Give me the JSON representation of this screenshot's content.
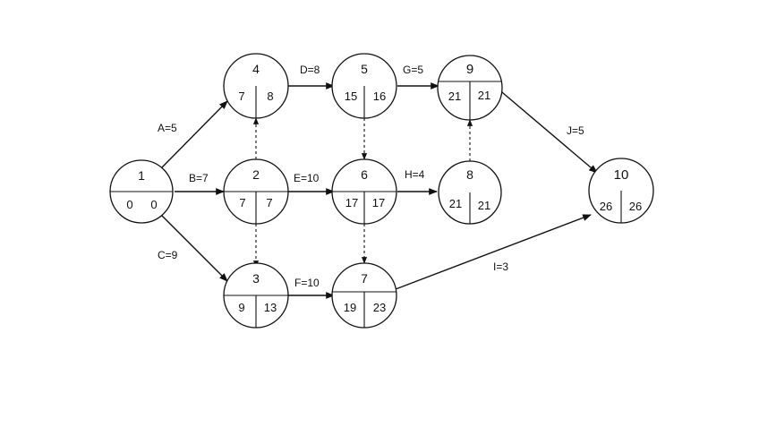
{
  "nodes": [
    {
      "key": "n1",
      "id": "1",
      "es": "0",
      "lf": "0"
    },
    {
      "key": "n2",
      "id": "2",
      "es": "7",
      "lf": "7"
    },
    {
      "key": "n3",
      "id": "3",
      "es": "9",
      "lf": "13"
    },
    {
      "key": "n4",
      "id": "4",
      "es": "7",
      "lf": "8"
    },
    {
      "key": "n5",
      "id": "5",
      "es": "15",
      "lf": "16"
    },
    {
      "key": "n6",
      "id": "6",
      "es": "17",
      "lf": "17"
    },
    {
      "key": "n7",
      "id": "7",
      "es": "19",
      "lf": "23"
    },
    {
      "key": "n8",
      "id": "8",
      "es": "21",
      "lf": "21"
    },
    {
      "key": "n9",
      "id": "9",
      "es": "21",
      "lf": "21"
    },
    {
      "key": "n10",
      "id": "10",
      "es": "26",
      "lf": "26"
    }
  ],
  "activities": [
    {
      "key": "A",
      "label": "A=5",
      "from": "1",
      "to": "4"
    },
    {
      "key": "B",
      "label": "B=7",
      "from": "1",
      "to": "2"
    },
    {
      "key": "C",
      "label": "C=9",
      "from": "1",
      "to": "3"
    },
    {
      "key": "D",
      "label": "D=8",
      "from": "4",
      "to": "5"
    },
    {
      "key": "E",
      "label": "E=10",
      "from": "2",
      "to": "6"
    },
    {
      "key": "F",
      "label": "F=10",
      "from": "3",
      "to": "7"
    },
    {
      "key": "G",
      "label": "G=5",
      "from": "5",
      "to": "9"
    },
    {
      "key": "H",
      "label": "H=4",
      "from": "6",
      "to": "8"
    },
    {
      "key": "I",
      "label": "I=3",
      "from": "7",
      "to": "10"
    },
    {
      "key": "J",
      "label": "J=5",
      "from": "9",
      "to": "10"
    }
  ],
  "dummies": [
    {
      "from": "2",
      "to": "4"
    },
    {
      "from": "2",
      "to": "3"
    },
    {
      "from": "5",
      "to": "6"
    },
    {
      "from": "6",
      "to": "7"
    },
    {
      "from": "8",
      "to": "9"
    }
  ]
}
